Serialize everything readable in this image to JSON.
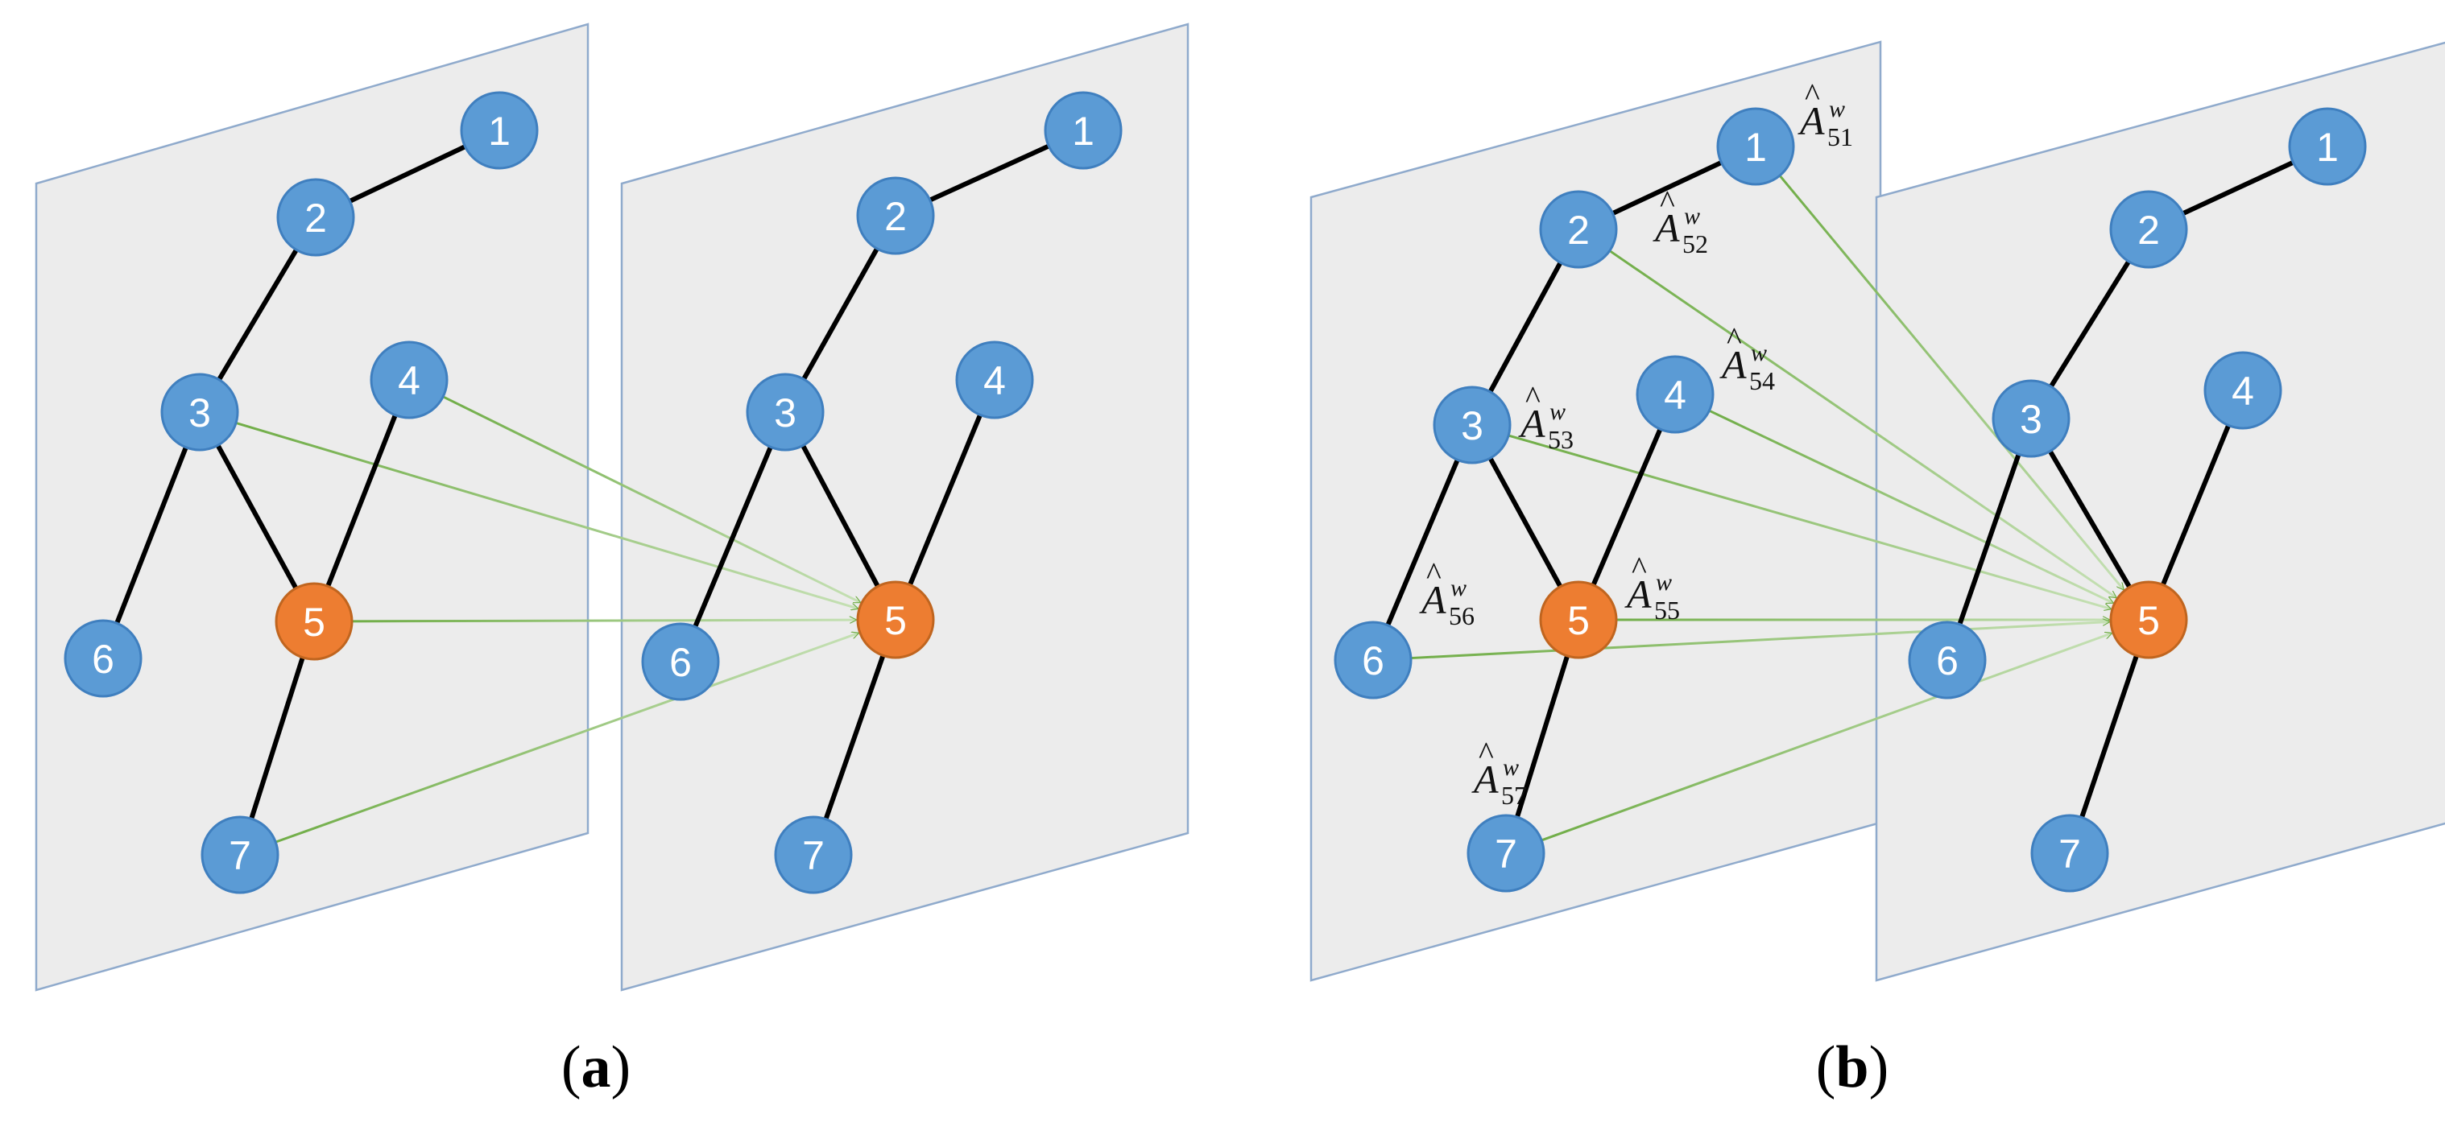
{
  "panels": [
    {
      "id": "a",
      "caption": "a",
      "graph_labels": [
        "1",
        "2",
        "3",
        "4",
        "5",
        "6",
        "7"
      ],
      "focus_node": "5",
      "connections_to_next_layer_node_5": [
        "3",
        "4",
        "5",
        "7"
      ],
      "weight_labels": []
    },
    {
      "id": "b",
      "caption": "b",
      "graph_labels": [
        "1",
        "2",
        "3",
        "4",
        "5",
        "6",
        "7"
      ],
      "focus_node": "5",
      "connections_to_next_layer_node_5": [
        "1",
        "2",
        "3",
        "4",
        "5",
        "6",
        "7"
      ],
      "weight_labels": [
        {
          "node": "1",
          "base": "A",
          "sup": "w",
          "sub": "51"
        },
        {
          "node": "2",
          "base": "A",
          "sup": "w",
          "sub": "52"
        },
        {
          "node": "3",
          "base": "A",
          "sup": "w",
          "sub": "53"
        },
        {
          "node": "4",
          "base": "A",
          "sup": "w",
          "sub": "54"
        },
        {
          "node": "5",
          "base": "A",
          "sup": "w",
          "sub": "55"
        },
        {
          "node": "6",
          "base": "A",
          "sup": "w",
          "sub": "56"
        },
        {
          "node": "7",
          "base": "A",
          "sup": "w",
          "sub": "57"
        }
      ]
    }
  ],
  "colors": {
    "node_fill": "#5b9bd5",
    "node_stroke": "#3f7fbf",
    "focus_fill": "#ed7d31",
    "plane_fill": "#ececec",
    "plane_stroke": "#8faacc",
    "edge": "#000000",
    "arrow": "#70ad47",
    "arrow_light": "#c5e0b4"
  }
}
